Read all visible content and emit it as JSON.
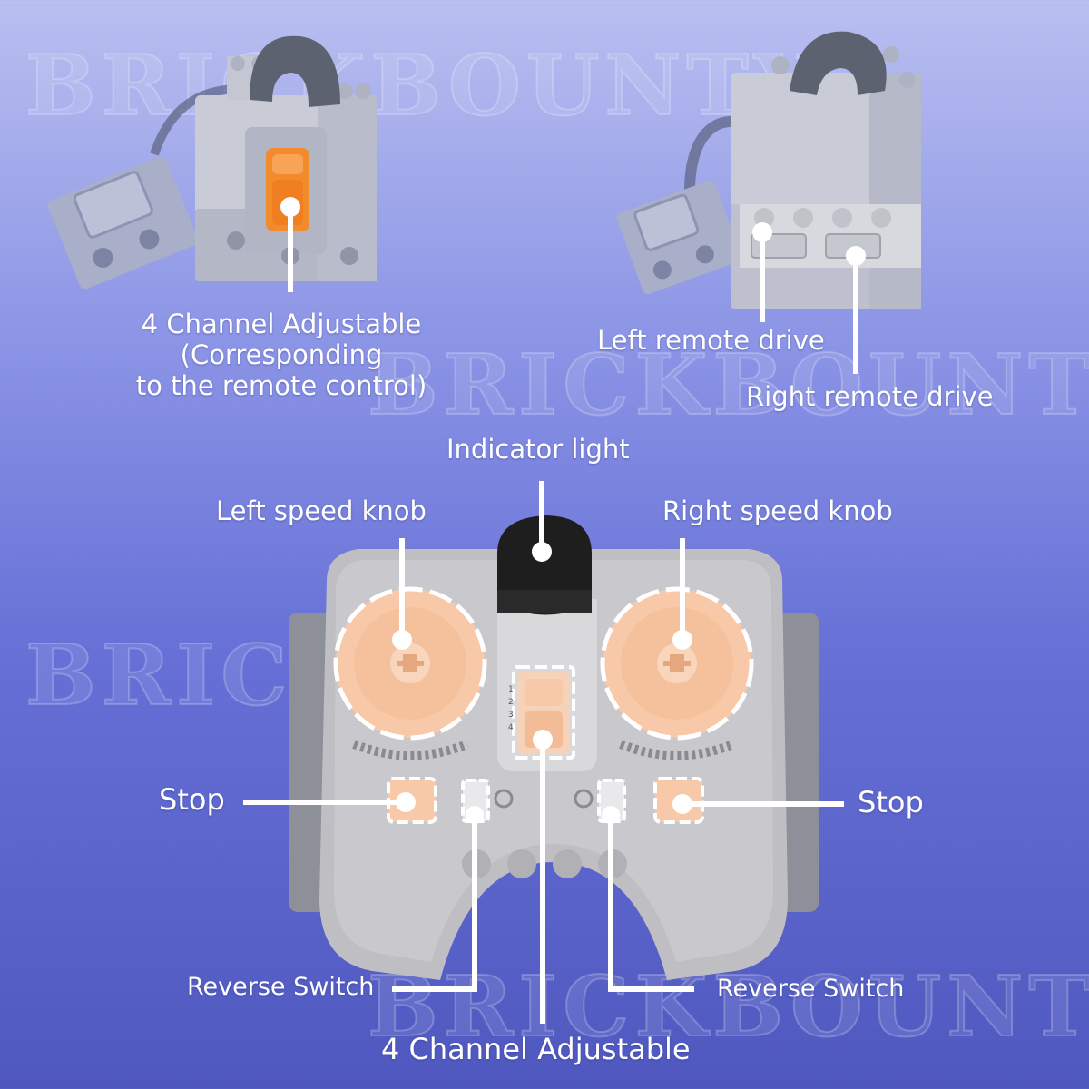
{
  "watermark": "BRICKBOUNTY",
  "labels": {
    "receiver_channel": [
      "4 Channel Adjustable",
      "(Corresponding",
      "to the remote control)"
    ],
    "left_remote_drive": "Left remote drive",
    "right_remote_drive": "Right remote drive",
    "indicator_light": "Indicator light",
    "left_speed_knob": "Left speed knob",
    "right_speed_knob": "Right speed knob",
    "stop_left": "Stop",
    "stop_right": "Stop",
    "reverse_left": "Reverse Switch",
    "reverse_right": "Reverse Switch",
    "remote_channel": "4 Channel Adjustable"
  },
  "selector_marks": [
    "1",
    "2",
    "3",
    "4"
  ],
  "colors": {
    "callout": "#ffffff",
    "brick_gray": "#c9cbd2",
    "remote_gray": "#bfbfc3",
    "knob_orange": "#f8c9a8",
    "switch_orange": "#f28a2e",
    "indicator_black": "#1e1e1e"
  }
}
